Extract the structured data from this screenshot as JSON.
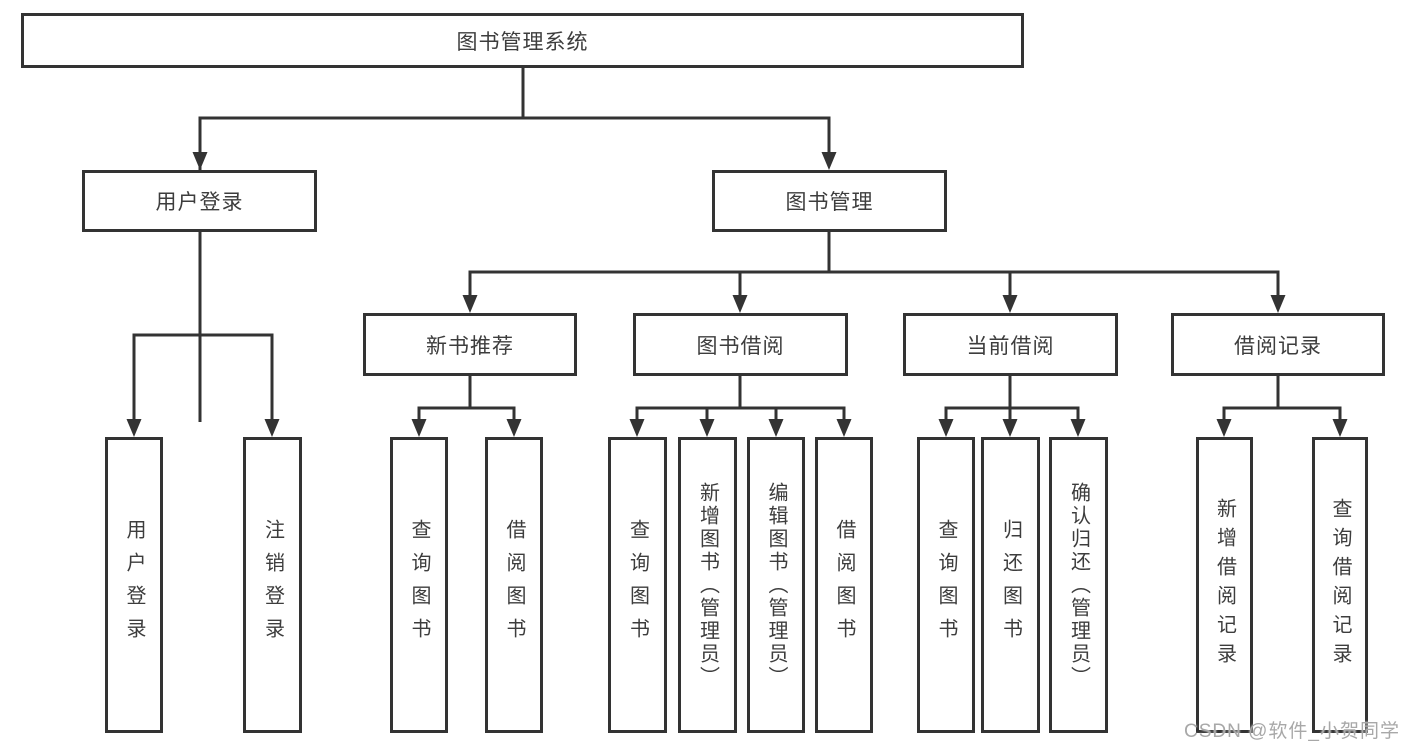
{
  "tree": {
    "label": "图书管理系统",
    "children": [
      {
        "label": "用户登录",
        "children": [
          {
            "label": "用户登录"
          },
          {
            "label": "注销登录"
          }
        ]
      },
      {
        "label": "图书管理",
        "children": [
          {
            "label": "新书推荐",
            "children": [
              {
                "label": "查询图书"
              },
              {
                "label": "借阅图书"
              }
            ]
          },
          {
            "label": "图书借阅",
            "children": [
              {
                "label": "查询图书"
              },
              {
                "label": "新增图书（管理员）"
              },
              {
                "label": "编辑图书（管理员）"
              },
              {
                "label": "借阅图书"
              }
            ]
          },
          {
            "label": "当前借阅",
            "children": [
              {
                "label": "查询图书"
              },
              {
                "label": "归还图书"
              },
              {
                "label": "确认归还（管理员）"
              }
            ]
          },
          {
            "label": "借阅记录",
            "children": [
              {
                "label": "新增借阅记录"
              },
              {
                "label": "查询借阅记录"
              }
            ]
          }
        ]
      }
    ]
  },
  "watermark": {
    "text": "CSDN @软件_小贺同学"
  },
  "colors": {
    "line": "#333333",
    "text": "#3d3d3d",
    "background": "#ffffff",
    "watermark": "#a8a8a8"
  }
}
